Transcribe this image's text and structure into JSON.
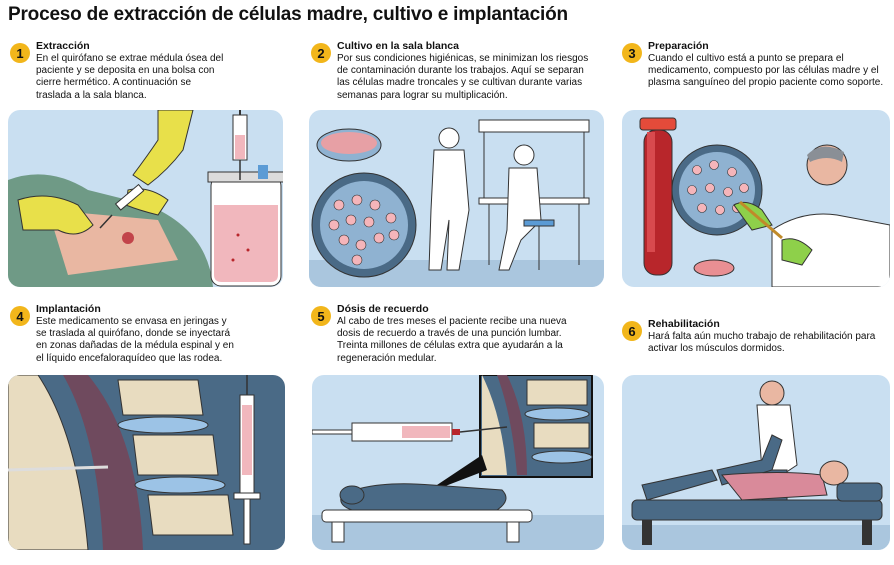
{
  "title": "Proceso de extracción de células madre, cultivo e implantación",
  "steps": [
    {
      "number": "1",
      "title": "Extracción",
      "text": "En el quirófano se extrae médula ósea del paciente y se deposita en una bolsa con cierre hermético. A continuación se traslada a la sala blanca."
    },
    {
      "number": "2",
      "title": "Cultivo en la sala blanca",
      "text": "Por sus condiciones higiénicas, se minimizan los riesgos de contaminación durante los trabajos. Aquí se separan las células madre troncales y se cultivan durante varias semanas para lograr su multiplicación."
    },
    {
      "number": "3",
      "title": "Preparación",
      "text": "Cuando el cultivo está a punto se prepara el medicamento, compuesto por las células madre y el plasma sanguíneo del propio paciente como soporte."
    },
    {
      "number": "4",
      "title": "Implantación",
      "text": "Este medicamento se envasa en jeringas y se traslada al quirófano, donde se inyectará en zonas dañadas de la médula espinal y en el líquido encefaloraquídeo que las rodea."
    },
    {
      "number": "5",
      "title": "Dósis de recuerdo",
      "text": "Al cabo de tres meses el paciente recibe una nueva dosis de recuerdo a través de una punción lumbar. Treinta millones de células extra que ayudarán a la regeneración medular."
    },
    {
      "number": "6",
      "title": "Rehabilitación",
      "text": "Hará falta aún mucho trabajo de rehabilitación para activar los músculos dormidos."
    }
  ],
  "colors": {
    "accent": "#f2b61b",
    "panel": "#c9dff1",
    "panel_dark": "#4a6a86",
    "bone": "#e8dcc0",
    "blood": "#b8262b",
    "glove": "#e8e04a"
  }
}
